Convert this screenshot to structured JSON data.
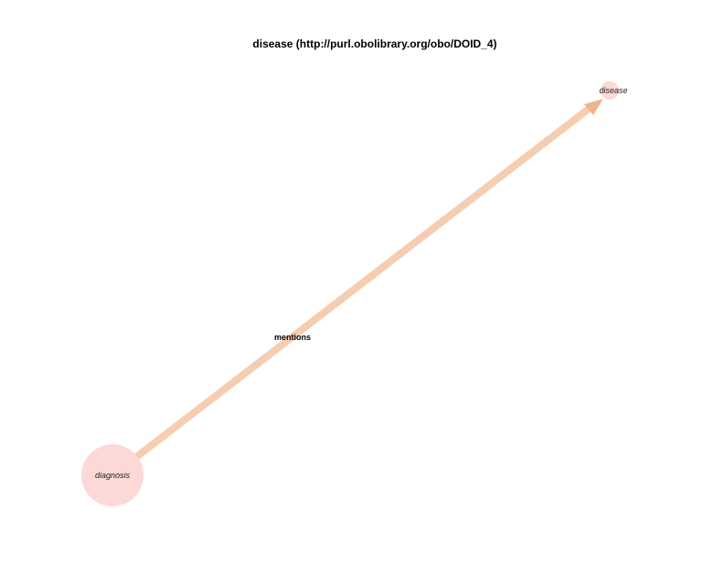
{
  "graph": {
    "title": "disease (http://purl.obolibrary.org/obo/DOID_4)",
    "nodes": [
      {
        "id": "diagnosis",
        "label": "diagnosis",
        "color": "#fcd9d6"
      },
      {
        "id": "disease",
        "label": "disease",
        "color": "#fcd9d6"
      }
    ],
    "edges": [
      {
        "from": "diagnosis",
        "to": "disease",
        "label": "mentions",
        "color": "#f5cdb0",
        "arrow_color": "#f0b48c"
      }
    ]
  }
}
